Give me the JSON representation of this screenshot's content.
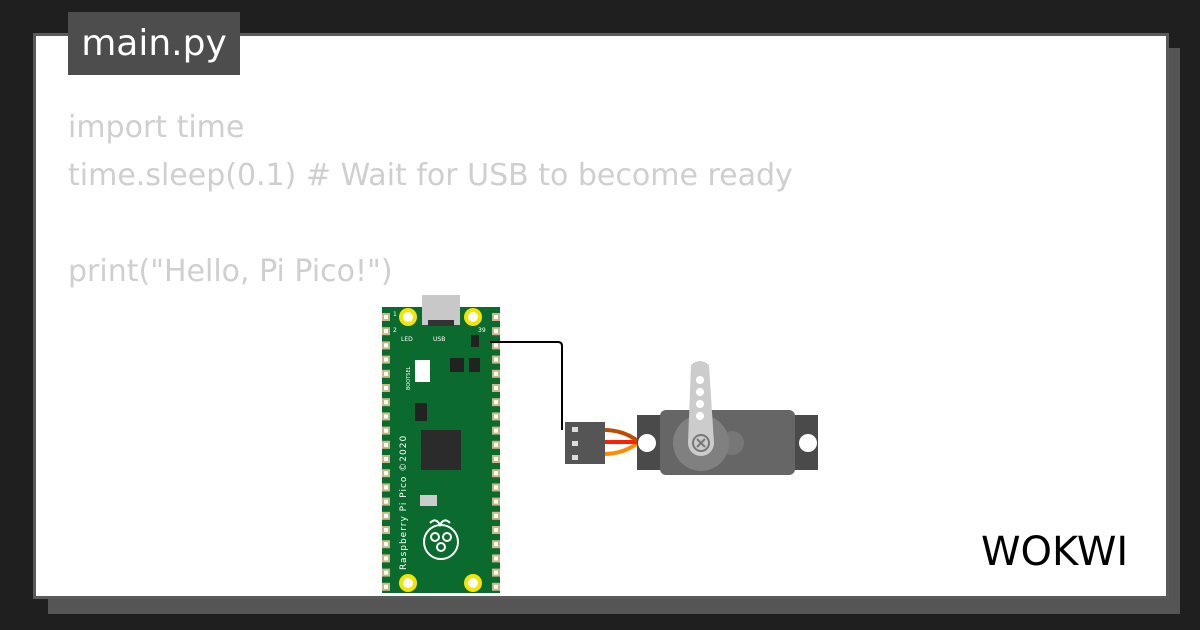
{
  "tab": {
    "filename": "main.py"
  },
  "code": {
    "lines": [
      "import time",
      "time.sleep(0.1) # Wait for USB to become ready",
      "",
      "print(\"Hello, Pi Pico!\")"
    ]
  },
  "board": {
    "name": "Raspberry Pi Pico ©2020",
    "labels": {
      "led": "LED",
      "usb": "USB",
      "bootsel": "BOOTSEL",
      "pin1": "1",
      "pin2": "2",
      "pin39": "39"
    },
    "color": "#0b6b2f"
  },
  "servo": {
    "wire_colors": [
      "#c04a00",
      "#ff2000",
      "#ff8a00"
    ]
  },
  "logo": {
    "text": "WOKWI"
  }
}
